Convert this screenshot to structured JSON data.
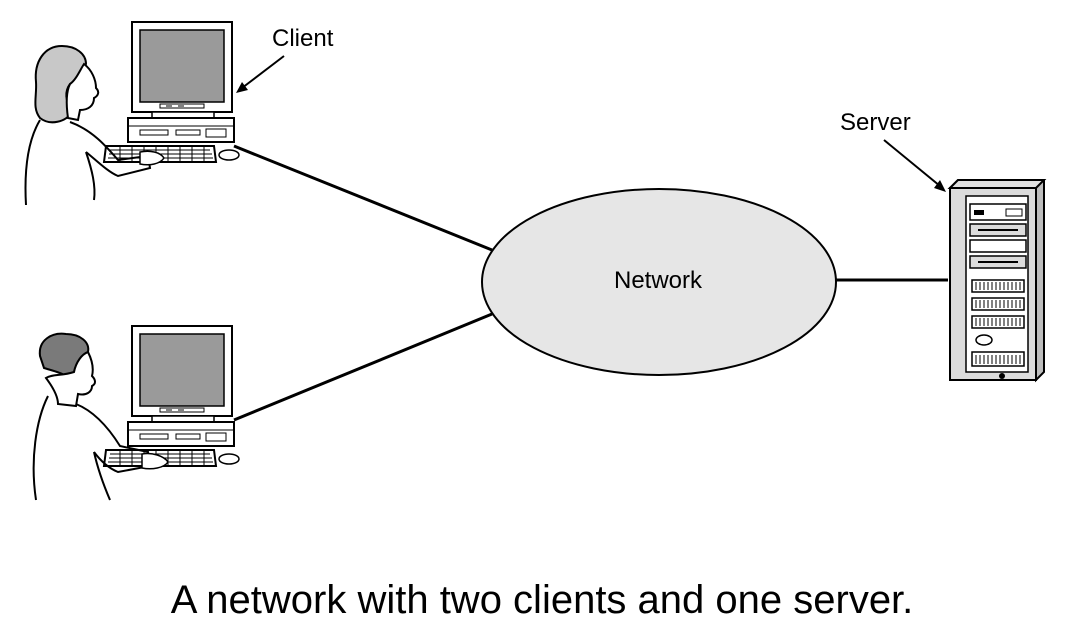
{
  "labels": {
    "client": "Client",
    "server": "Server",
    "network": "Network"
  },
  "caption": "A network with two clients and one server.",
  "colors": {
    "ink": "#000000",
    "screen": "#9a9a9a",
    "network_fill": "#e6e6e6",
    "paper": "#ffffff"
  },
  "icons": {
    "client_top": "person-at-computer-icon",
    "client_bottom": "person-at-computer-icon",
    "server": "server-tower-icon"
  }
}
